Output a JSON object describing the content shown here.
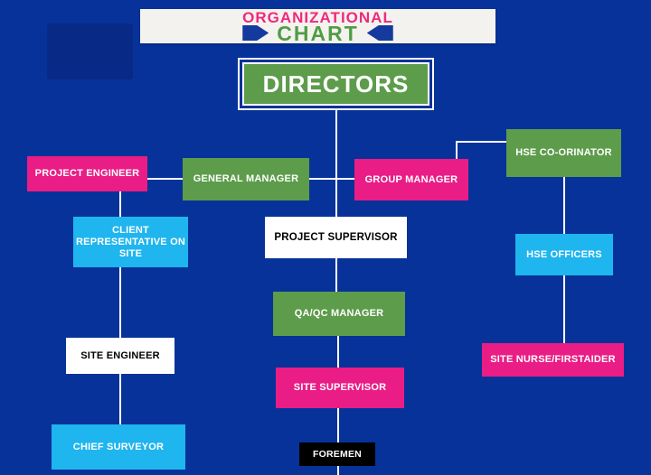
{
  "page": {
    "background_color": "#073299",
    "line_color": "#ffffff"
  },
  "banner": {
    "line1": "ORGANIZATIONAL",
    "line2": "CHART",
    "line1_color": "#ee2a7b",
    "line2_color": "#4f9d45",
    "background_color": "#f4f2ef",
    "arrow_color": "#153a9e"
  },
  "colors": {
    "pink": "#e91d85",
    "green": "#5d9c4b",
    "cyan": "#1fb5ee",
    "white": "#ffffff",
    "black": "#000000"
  },
  "nodes": {
    "directors": {
      "label": "DIRECTORS",
      "color": "green"
    },
    "project_engineer": {
      "label": "PROJECT ENGINEER",
      "color": "pink"
    },
    "general_manager": {
      "label": "GENERAL MANAGER",
      "color": "green"
    },
    "group_manager": {
      "label": "GROUP MANAGER",
      "color": "pink"
    },
    "hse_coordinator": {
      "label": "HSE CO-ORINATOR",
      "color": "green"
    },
    "client_representative": {
      "label": "CLIENT REPRESENTATIVE ON SITE",
      "color": "cyan"
    },
    "project_supervisor": {
      "label": "PROJECT SUPERVISOR",
      "color": "white"
    },
    "hse_officers": {
      "label": "HSE OFFICERS",
      "color": "cyan"
    },
    "qa_qc_manager": {
      "label": "QA/QC MANAGER",
      "color": "green"
    },
    "site_engineer": {
      "label": "SITE ENGINEER",
      "color": "white"
    },
    "site_nurse": {
      "label": "SITE NURSE/FIRSTAIDER",
      "color": "pink"
    },
    "site_supervisor": {
      "label": "SITE SUPERVISOR",
      "color": "pink"
    },
    "chief_surveyor": {
      "label": "CHIEF SURVEYOR",
      "color": "cyan"
    },
    "foremen": {
      "label": "FOREMEN",
      "color": "black"
    }
  },
  "edges": [
    [
      "directors",
      "project_supervisor"
    ],
    [
      "project_engineer",
      "general_manager"
    ],
    [
      "general_manager",
      "group_manager"
    ],
    [
      "group_manager",
      "hse_coordinator"
    ],
    [
      "project_engineer",
      "client_representative"
    ],
    [
      "client_representative",
      "site_engineer"
    ],
    [
      "site_engineer",
      "chief_surveyor"
    ],
    [
      "hse_coordinator",
      "hse_officers"
    ],
    [
      "hse_officers",
      "site_nurse"
    ],
    [
      "project_supervisor",
      "qa_qc_manager"
    ],
    [
      "qa_qc_manager",
      "site_supervisor"
    ],
    [
      "site_supervisor",
      "foremen"
    ]
  ]
}
